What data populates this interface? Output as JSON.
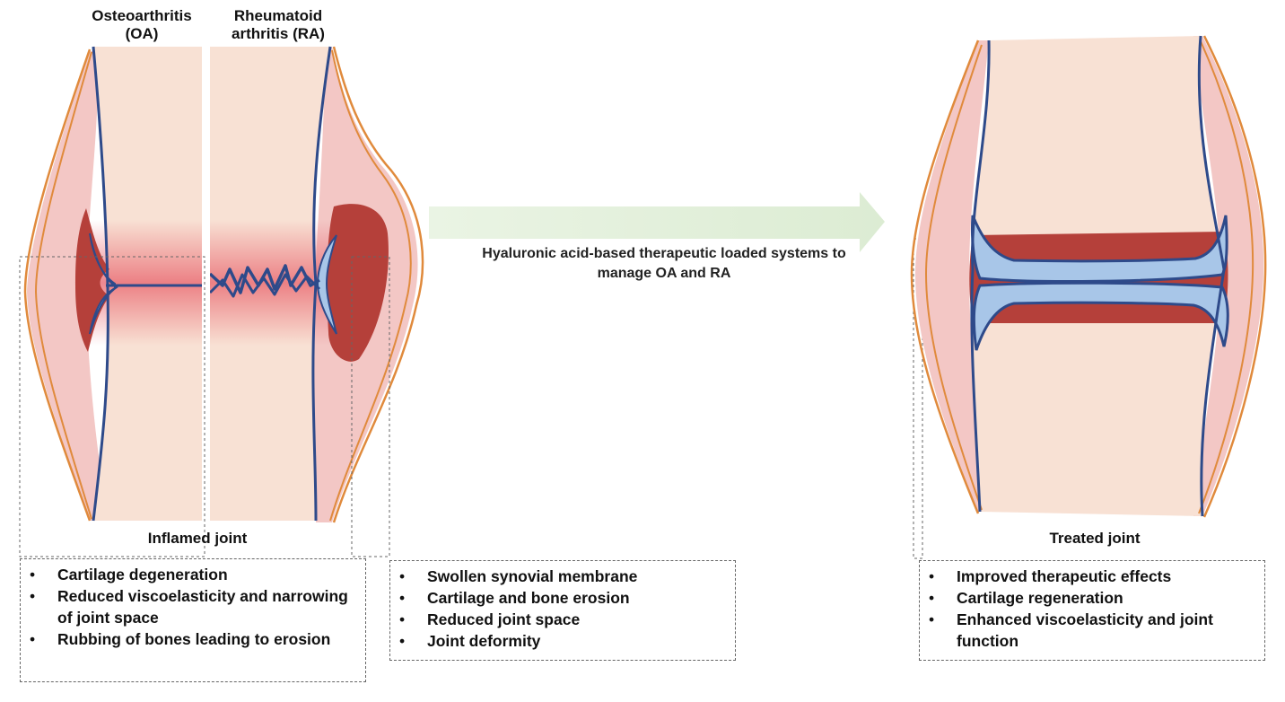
{
  "labels": {
    "oa": "Osteoarthritis (OA)",
    "ra": "Rheumatoid arthritis (RA)",
    "inflamed": "Inflamed joint",
    "treated": "Treated joint",
    "arrow": "Hyaluronic acid-based therapeutic loaded systems to manage OA and RA"
  },
  "oa_box": {
    "items": [
      "Cartilage degeneration",
      "Reduced viscoelasticity and narrowing of joint space",
      "Rubbing of bones leading to erosion"
    ]
  },
  "ra_box": {
    "items": [
      "Swollen synovial membrane",
      "Cartilage and bone erosion",
      "Reduced joint space",
      "Joint deformity"
    ]
  },
  "treated_box": {
    "items": [
      "Improved therapeutic effects",
      "Cartilage regeneration",
      "Enhanced viscoelasticity and joint function"
    ]
  },
  "colors": {
    "bone": "#f8e1d4",
    "synovium": "#f3c7c5",
    "capsule": "#e08a3c",
    "bone_outline": "#2e4a8a",
    "cartilage": "#a8c6e8",
    "joint_fluid": "#b5403a",
    "arrow": "#e3f0dc"
  }
}
